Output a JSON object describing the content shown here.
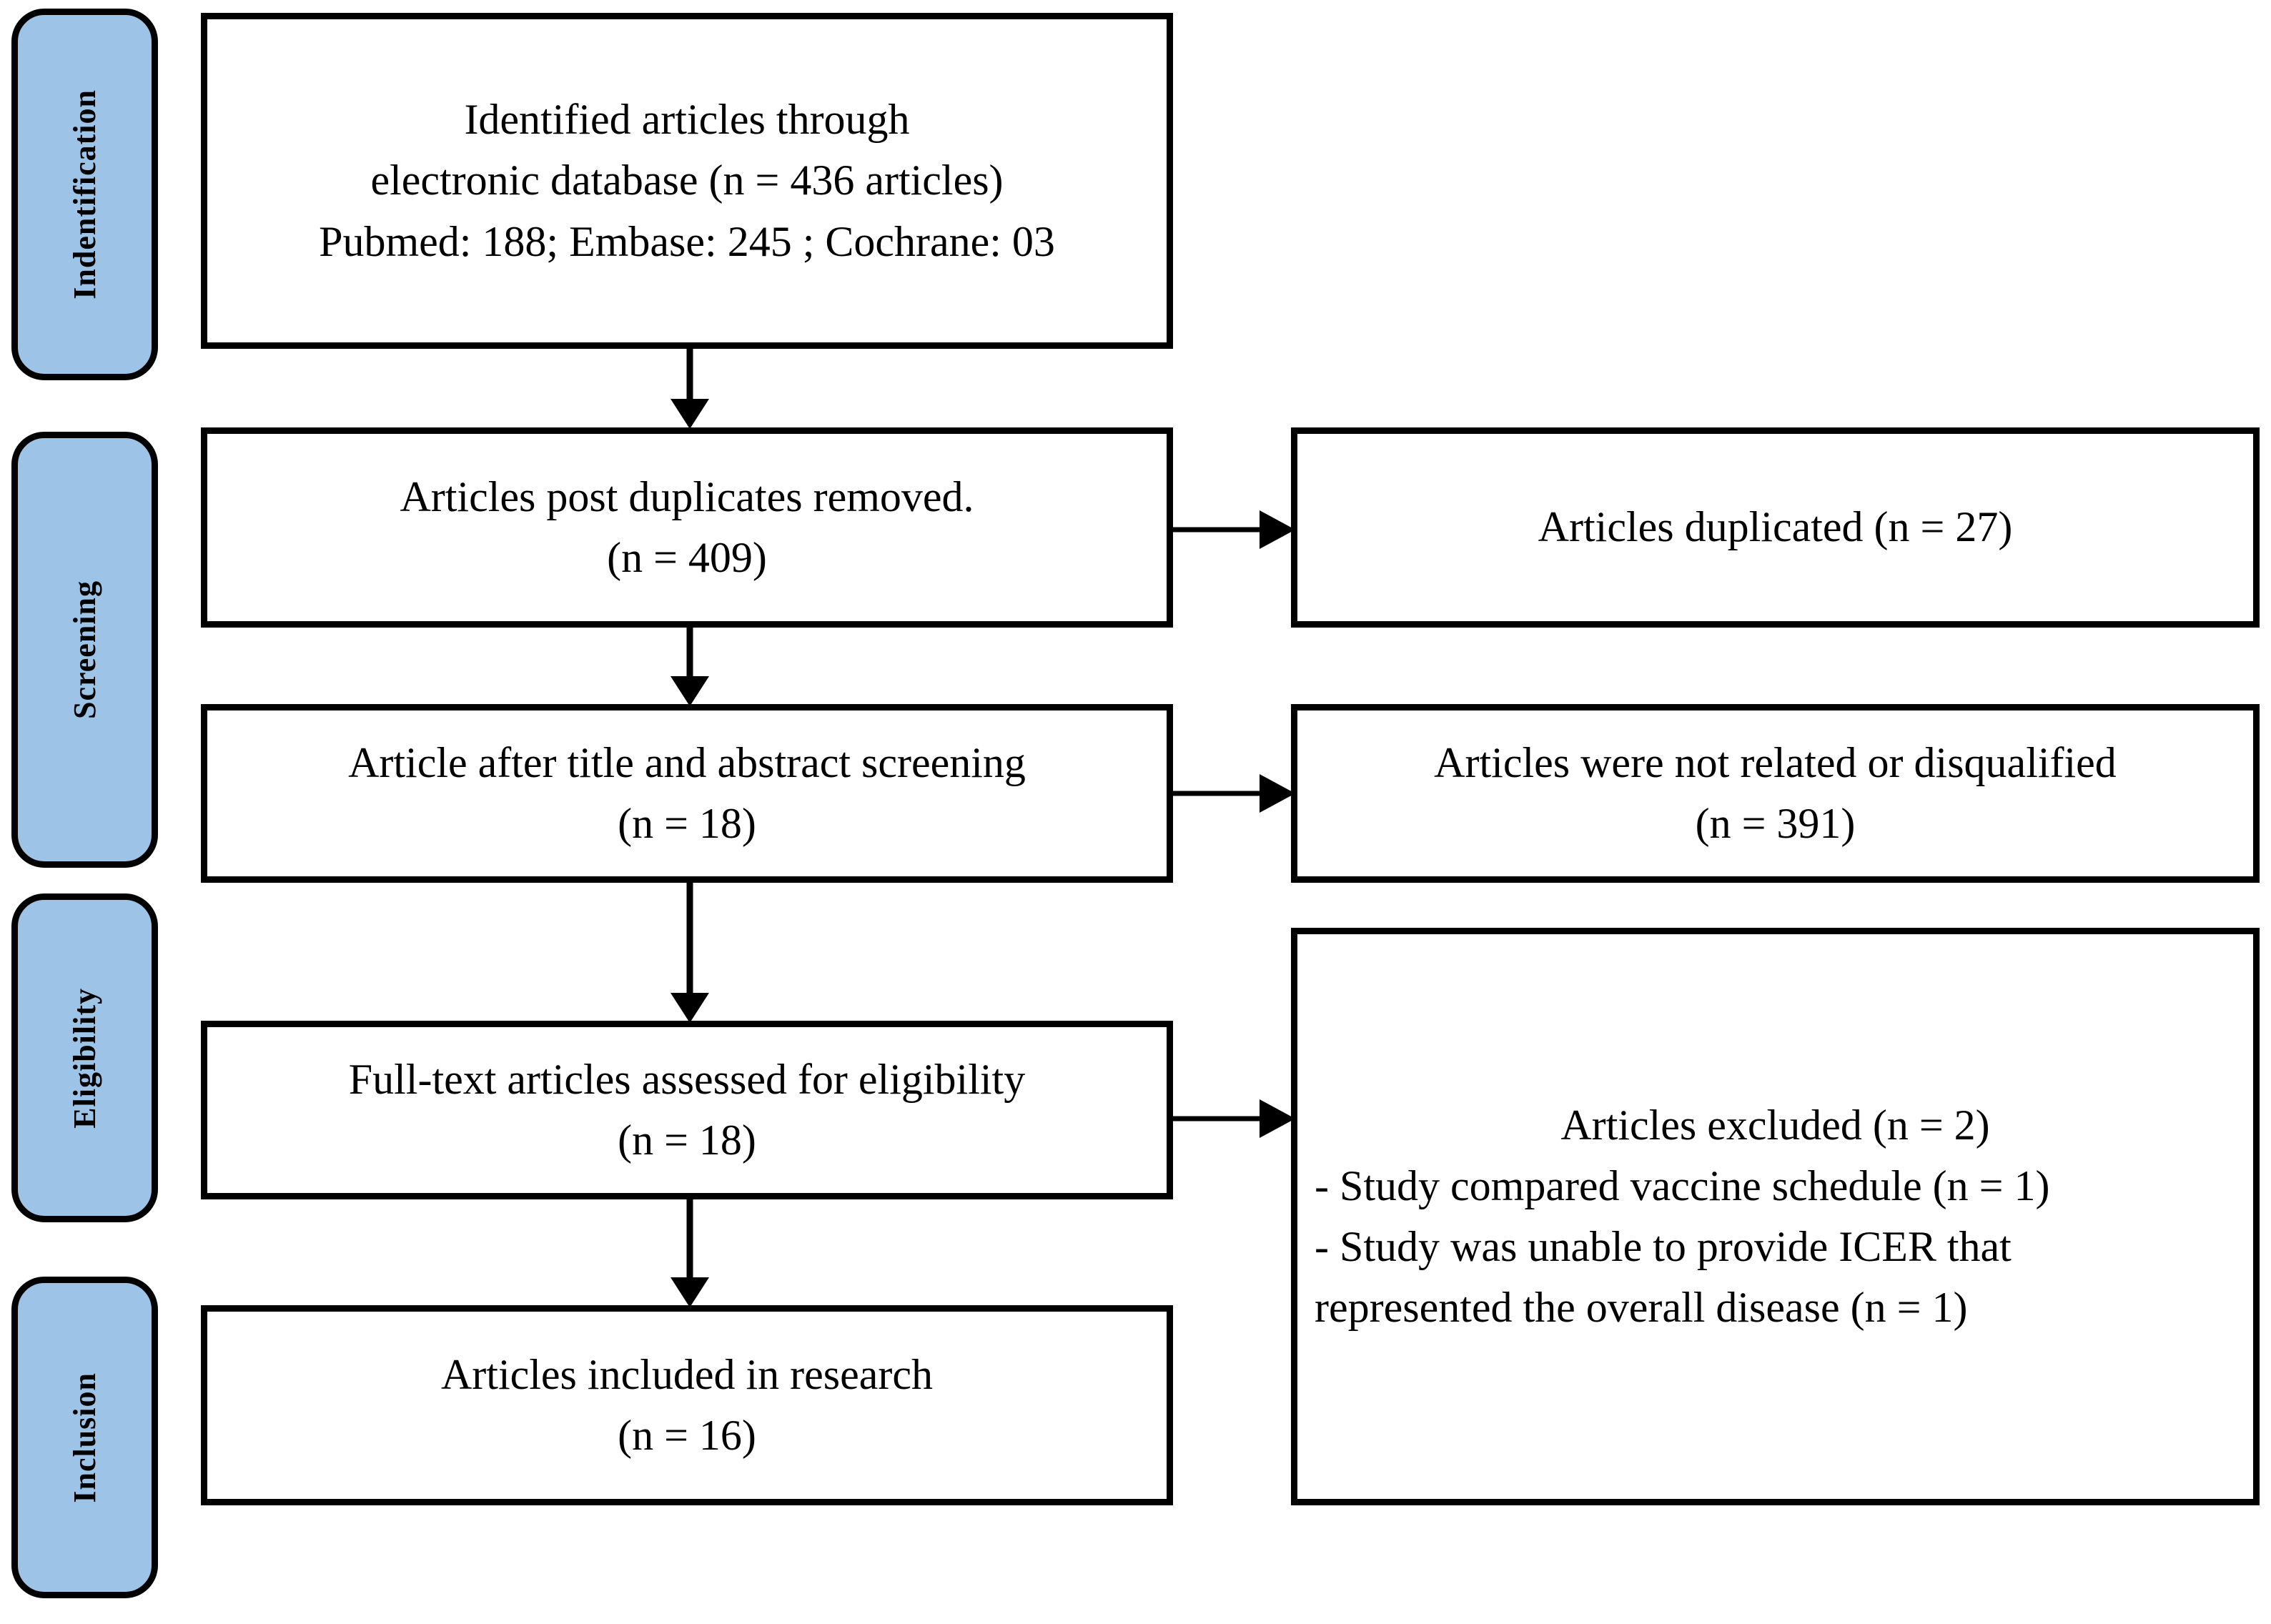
{
  "diagram": {
    "title": "PRISMA study selection flow diagram",
    "colors": {
      "stage_fill": "#9DC3E6",
      "stroke": "#000000",
      "box_fill": "#FFFFFF"
    },
    "stages": [
      {
        "id": "identification",
        "label": "Indentification"
      },
      {
        "id": "screening",
        "label": "Screening"
      },
      {
        "id": "eligibility",
        "label": "Eligibility"
      },
      {
        "id": "inclusion",
        "label": "Inclusion"
      }
    ],
    "boxes": {
      "identified": {
        "lines": [
          "Identified articles through",
          "electronic database (n = 436 articles)",
          "Pubmed: 188; Embase: 245 ; Cochrane: 03"
        ]
      },
      "post_duplicates": {
        "lines": [
          "Articles post duplicates removed.",
          "(n = 409)"
        ]
      },
      "duplicated": {
        "lines": [
          "Articles duplicated (n = 27)"
        ]
      },
      "after_screening": {
        "lines": [
          "Article after title and abstract screening",
          "(n = 18)"
        ]
      },
      "not_related": {
        "lines": [
          "Articles were not related or disqualified",
          "(n = 391)"
        ]
      },
      "full_text": {
        "lines": [
          "Full-text articles assessed for eligibility",
          "(n = 18)"
        ]
      },
      "excluded": {
        "lines": [
          "Articles excluded (n = 2)",
          "- Study compared vaccine schedule (n = 1)",
          "- Study was unable to provide ICER that",
          "represented the overall disease (n = 1)"
        ]
      },
      "included": {
        "lines": [
          "Articles included in research",
          "(n = 16)"
        ]
      }
    },
    "connectors": [
      {
        "id": "identified-to-post-duplicates",
        "kind": "arrow-down"
      },
      {
        "id": "post-duplicates-to-after-screening",
        "kind": "arrow-down"
      },
      {
        "id": "after-screening-to-full-text",
        "kind": "arrow-down"
      },
      {
        "id": "full-text-to-included",
        "kind": "arrow-down"
      },
      {
        "id": "post-duplicates-to-duplicated",
        "kind": "arrow-right"
      },
      {
        "id": "after-screening-to-not-related",
        "kind": "arrow-right"
      },
      {
        "id": "full-text-to-excluded",
        "kind": "arrow-right"
      }
    ]
  }
}
